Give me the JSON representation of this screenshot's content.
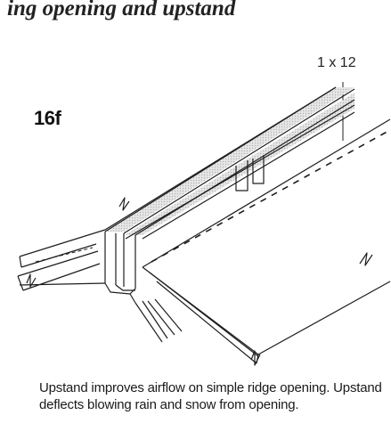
{
  "heading_fragment": "ing opening and upstand",
  "figure_label": "16f",
  "dimension_label": "1 x 12",
  "caption": "Upstand improves airflow on simple ridge opening. Upstand deflects blowing rain and snow from opening."
}
